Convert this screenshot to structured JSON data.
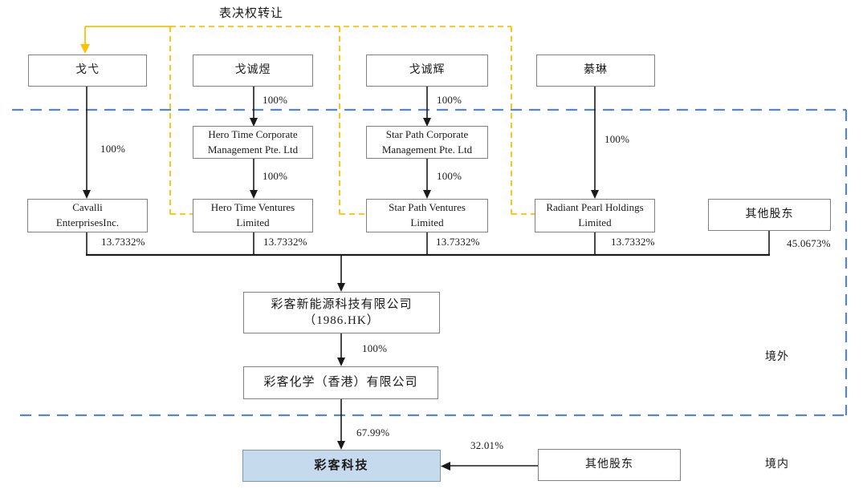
{
  "diagram_title": "表决权转让",
  "colors": {
    "voting_transfer_line": "#FFC000",
    "boundary_line": "#5585D2",
    "highlight_box_fill": "#C5DBED",
    "box_border": "#808080",
    "connector_line": "#1a1a1a"
  },
  "regions": {
    "offshore": "境外",
    "onshore": "境内"
  },
  "nodes": {
    "ge_yi": {
      "label": "戈弋"
    },
    "ge_chengyu": {
      "label": "戈诚煜"
    },
    "ge_chenghui": {
      "label": "戈诚辉"
    },
    "qi_lin": {
      "label": "綦琳"
    },
    "hero_time_corp": {
      "line1": "Hero Time Corporate",
      "line2": "Management Pte. Ltd"
    },
    "star_path_corp": {
      "line1": "Star Path Corporate",
      "line2": "Management Pte. Ltd"
    },
    "cavalli": {
      "line1": "Cavalli",
      "line2": "EnterprisesInc."
    },
    "hero_time_ventures": {
      "line1": "Hero Time Ventures",
      "line2": "Limited"
    },
    "star_path_ventures": {
      "line1": "Star Path Ventures",
      "line2": "Limited"
    },
    "radiant_pearl": {
      "line1": "Radiant Pearl Holdings",
      "line2": "Limited"
    },
    "other_shareholders_top": {
      "label": "其他股东"
    },
    "caike_new_energy": {
      "line1": "彩客新能源科技有限公司",
      "line2": "（1986.HK）"
    },
    "caike_chemical_hk": {
      "label": "彩客化学（香港）有限公司"
    },
    "caike_tech": {
      "label": "彩客科技"
    },
    "other_shareholders_bottom": {
      "label": "其他股东"
    }
  },
  "ownership_labels": {
    "ge_yi_to_cavalli": "100%",
    "ge_chengyu_to_hero_corp": "100%",
    "hero_corp_to_hero_ventures": "100%",
    "ge_chenghui_to_star_corp": "100%",
    "star_corp_to_star_ventures": "100%",
    "qi_lin_to_radiant_pearl": "100%",
    "cavalli_in_listco": "13.7332%",
    "hero_ventures_in_listco": "13.7332%",
    "star_ventures_in_listco": "13.7332%",
    "radiant_pearl_in_listco": "13.7332%",
    "other_top_in_listco": "45.0673%",
    "new_energy_to_hk": "100%",
    "hk_to_caike_tech": "67.99%",
    "other_bottom_to_caike_tech": "32.01%"
  }
}
